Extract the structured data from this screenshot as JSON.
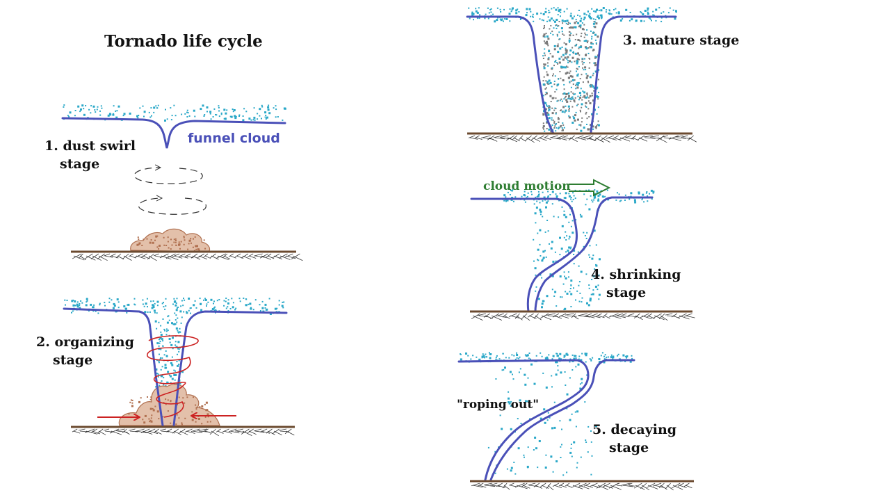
{
  "title": "Tornado life cycle",
  "labels": {
    "funnel_cloud": "funnel cloud",
    "cloud_motion": "cloud motion",
    "roping_out": "\"roping out\""
  },
  "stages": [
    {
      "number": "1.",
      "line1": "dust swirl",
      "line2": "stage"
    },
    {
      "number": "2.",
      "line1": "organizing",
      "line2": "stage"
    },
    {
      "number": "3.",
      "line1": "mature stage",
      "line2": ""
    },
    {
      "number": "4.",
      "line1": "shrinking",
      "line2": "stage"
    },
    {
      "number": "5.",
      "line1": "decaying",
      "line2": "stage"
    }
  ],
  "colors": {
    "cloud_outline": "#4a50b8",
    "ground": "#6b4a2f",
    "dust": "#e3c0aa",
    "dust_outline": "#b07050",
    "rain_dots": "#2aa8c8",
    "debris_dots": "#7a7a7a",
    "rotation_arrows": "#cc2222",
    "motion_arrow": "#2e7d32"
  }
}
